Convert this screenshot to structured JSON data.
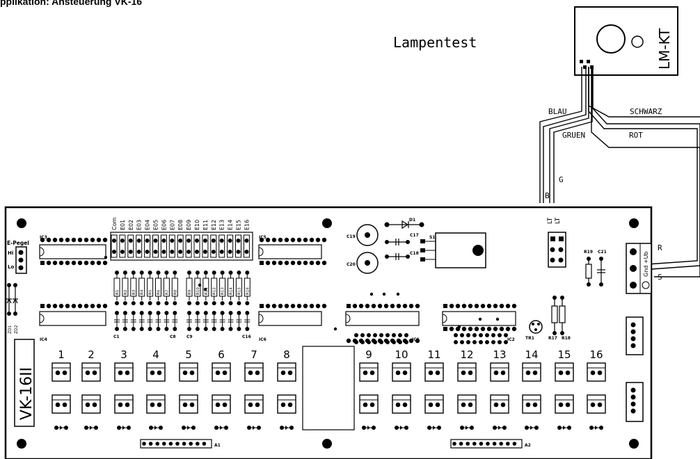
{
  "title": "pplikation: Ansteuerung VK-16",
  "lampentest": "Lampentest",
  "module": {
    "label": "LM-KT"
  },
  "wires": {
    "blau": "BLAU",
    "gruen": "GRUEN",
    "schwarz": "SCHWARZ",
    "rot": "ROT",
    "b": "B",
    "g": "G",
    "r": "R",
    "s": "S"
  },
  "board": {
    "name": "VK-16II",
    "epegel": "E-Pegel",
    "hi": "Hi",
    "lo": "Lo",
    "lt": "LT",
    "power": "Gnd +Ub",
    "ic": [
      "IC3",
      "IC4",
      "IC5",
      "IC6",
      "IC1",
      "IC2"
    ],
    "input_header": [
      "Com",
      "E01",
      "E02",
      "E03",
      "E04",
      "E05",
      "E06",
      "E07",
      "E08",
      "E09",
      "E10",
      "E11",
      "E12",
      "E13",
      "E14",
      "E15",
      "E16"
    ],
    "resistors_a": [
      "R1",
      "R2",
      "R3",
      "R4",
      "R5",
      "R6",
      "R7",
      "R8"
    ],
    "resistors_b": [
      "R9",
      "R10",
      "R11",
      "R12",
      "R13",
      "R14",
      "R15",
      "R16"
    ],
    "parts": {
      "c1": "C1",
      "c8": "C8",
      "c9": "C9",
      "c16": "C16",
      "c17": "C17",
      "c18": "C18",
      "c19": "C19",
      "c20": "C20",
      "c21": "C21",
      "d1": "D1",
      "s1": "S1",
      "r17": "R17",
      "r18": "R18",
      "r19": "R19",
      "tr1": "TR1",
      "zd1": "ZD1",
      "zd2": "ZD2",
      "a1": "A1",
      "a2": "A2"
    },
    "channels": [
      "1",
      "2",
      "3",
      "4",
      "5",
      "6",
      "7",
      "8",
      "9",
      "10",
      "11",
      "12",
      "13",
      "14",
      "15",
      "16"
    ]
  }
}
